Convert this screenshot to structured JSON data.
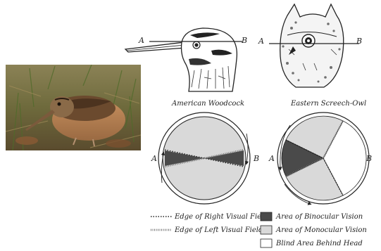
{
  "figure": {
    "heads": {
      "woodcock": {
        "name": "American Woodcock",
        "label_a": "A",
        "label_b": "B"
      },
      "owl": {
        "name": "Eastern Screech-Owl",
        "label_a": "A",
        "label_b": "B"
      }
    },
    "circles": {
      "woodcock": {
        "label_a": "A",
        "label_b": "B"
      },
      "owl": {
        "label_a": "A",
        "label_b": "B"
      }
    },
    "legend": {
      "right_edge": "Edge of Right Visual Field",
      "left_edge": "Edge of Left Visual Field",
      "binocular": "Area of Binocular Vision",
      "monocular": "Area of Monocular Vision",
      "blind": "Blind Area Behind Head"
    },
    "colors": {
      "binocular": "#4a4a4a",
      "monocular": "#d9d9d9",
      "blind": "#ffffff",
      "photo_plumage": "#b8825a",
      "photo_ground": "#6e6a3c"
    }
  }
}
